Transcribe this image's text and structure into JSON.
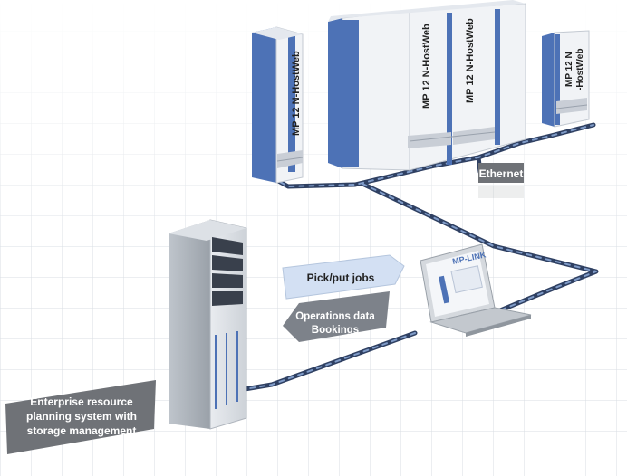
{
  "machines": {
    "unit_left_label": "MP 12 N-HostWeb",
    "unit_center_a_label": "MP 12 N-HostWeb",
    "unit_center_b_label": "MP 12 N-HostWeb",
    "unit_right_line1": "MP 12 N",
    "unit_right_line2": "-HostWeb"
  },
  "network": {
    "ethernet_label": "Ethernet"
  },
  "flows": {
    "pick_put_label": "Pick/put jobs",
    "operations_line1": "Operations data",
    "operations_line2": "Bookings"
  },
  "laptop": {
    "screen_brand": "MP-LINK"
  },
  "erp": {
    "line1": "Enterprise resource",
    "line2": "planning system with",
    "line3": "storage management"
  },
  "colors": {
    "machine_blue": "#4d72b6",
    "machine_white": "#f1f3f6",
    "cable_dark": "#2f4062",
    "cable_light": "#7f9bc8",
    "banner_gray": "#6f7277",
    "arrow_light": "#d3e0f3",
    "arrow_gray": "#7d828a"
  }
}
